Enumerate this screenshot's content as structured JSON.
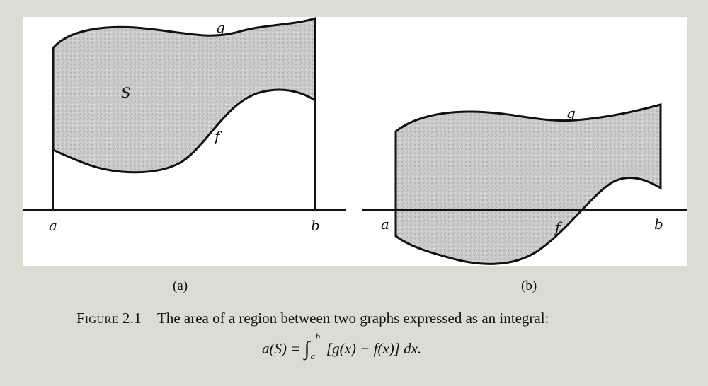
{
  "panel_a": {
    "label": "(a)",
    "g": "g",
    "f": "f",
    "region": "S",
    "a": "a",
    "b": "b"
  },
  "panel_b": {
    "label": "(b)",
    "g": "g",
    "f": "f",
    "a": "a",
    "b": "b"
  },
  "caption": {
    "figure_number": "Figure 2.1",
    "text": "The area of a region between two graphs expressed as an integral:"
  },
  "formula": {
    "lhs": "a(S) =",
    "upper": "b",
    "lower": "a",
    "integrand": "[g(x) − f(x)] dx."
  },
  "colors": {
    "background": "#dcddd2",
    "figure_bg": "#ffffff",
    "region_fill": "#c9c9c9",
    "ink": "#111111"
  }
}
